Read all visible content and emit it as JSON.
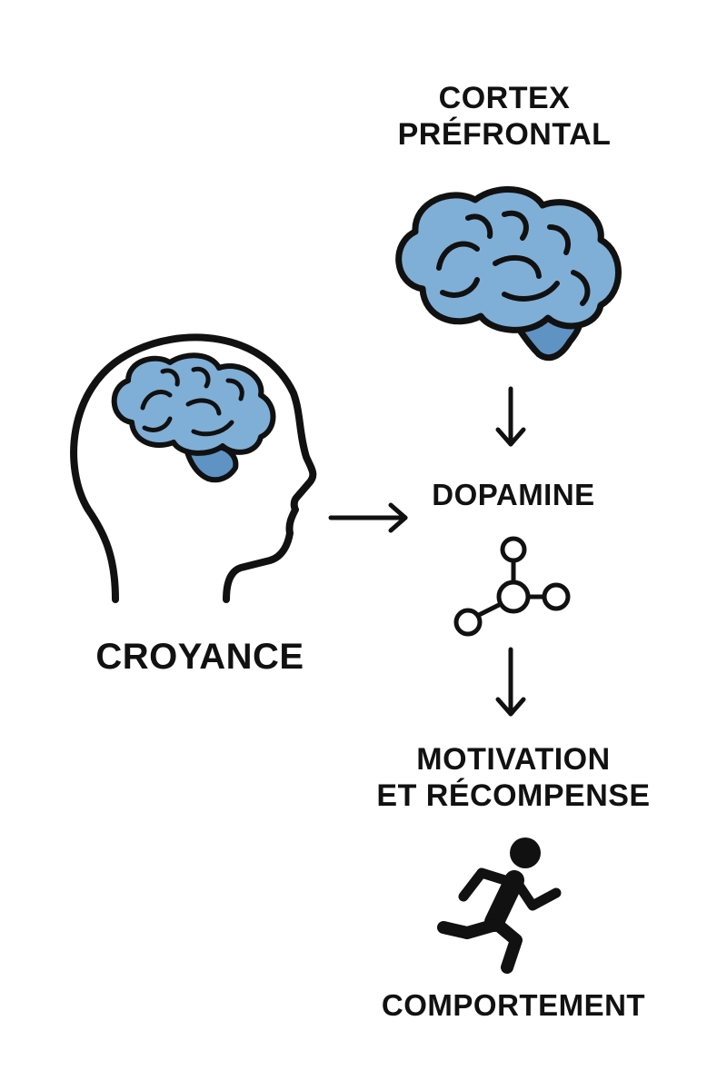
{
  "nodes": {
    "cortex": {
      "lines": [
        "CORTEX",
        "PRÉFRONTAL"
      ],
      "icon": "brain-icon"
    },
    "dopamine": {
      "lines": [
        "DOPAMINE"
      ],
      "icon": "molecule-icon"
    },
    "motivation": {
      "lines": [
        "MOTIVATION",
        "ET RÉCOMPENSE"
      ],
      "icon": "running-person-icon"
    },
    "behavior": {
      "lines": [
        "COMPORTEMENT"
      ]
    },
    "belief": {
      "lines": [
        "CROYANCE"
      ],
      "icon": "head-with-brain-icon"
    }
  },
  "edges": [
    {
      "from": "cortex",
      "to": "dopamine"
    },
    {
      "from": "belief",
      "to": "dopamine"
    },
    {
      "from": "dopamine",
      "to": "motivation"
    }
  ],
  "colors": {
    "brain_fill": "#7fafd6",
    "brain_shade": "#5f93c4",
    "outline": "#111111",
    "background": "#ffffff"
  }
}
